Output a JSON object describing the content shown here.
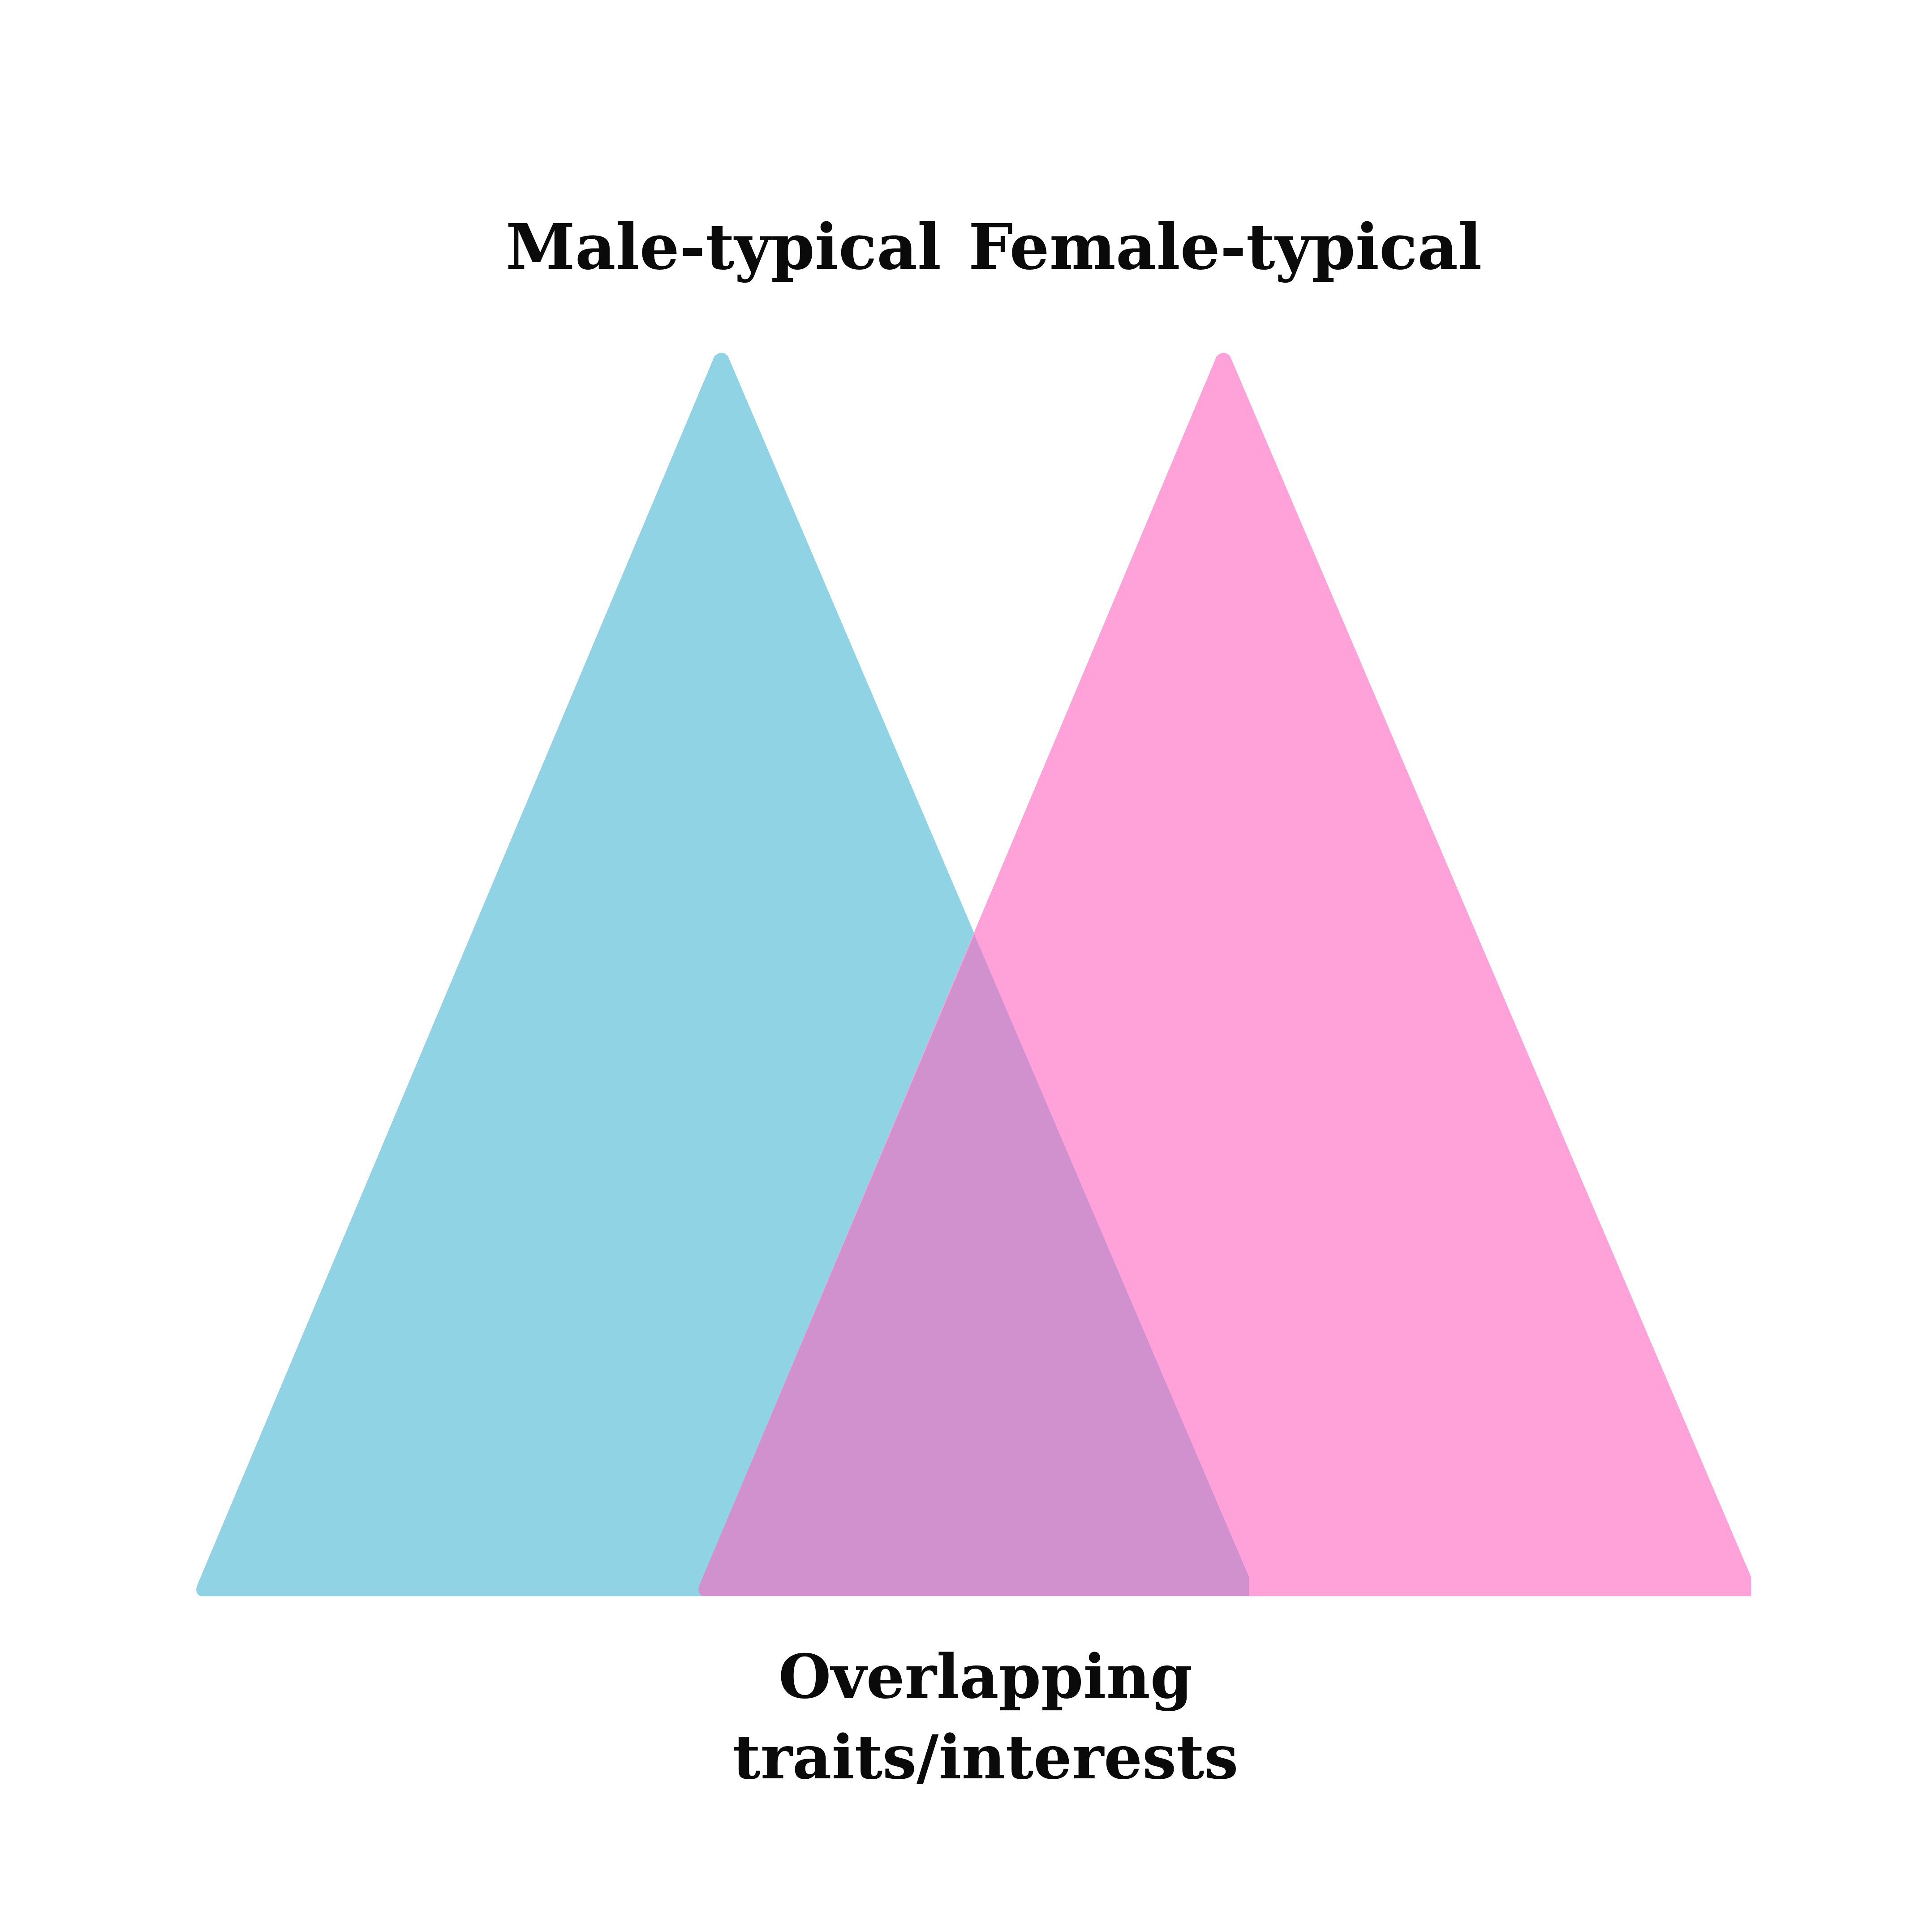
{
  "labels": {
    "male": "Male-typical",
    "female": "Female-typical",
    "overlap_line1": "Overlapping",
    "overlap_line2": "traits/interests"
  },
  "colors": {
    "male": "#8fd3e5",
    "female": "#ffa2d9",
    "overlap": "#d191cf",
    "text": "#0a0a0a",
    "background": "#ffffff"
  }
}
